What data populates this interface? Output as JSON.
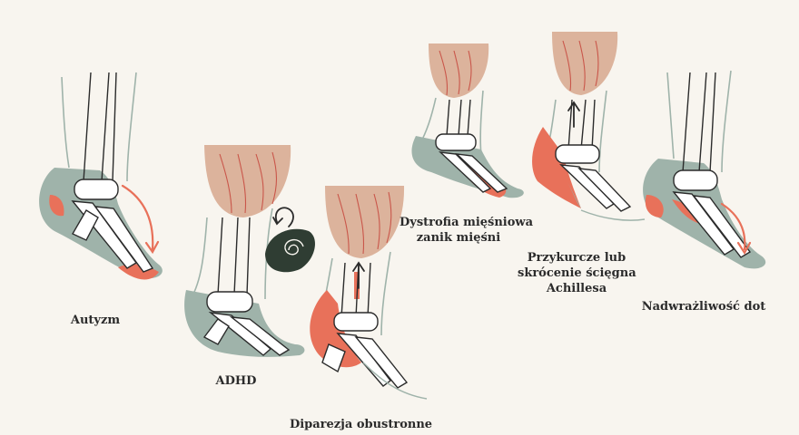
{
  "diagram": {
    "labels": {
      "autism": [
        "Autyzm"
      ],
      "adhd": [
        "ADHD"
      ],
      "diplegia": [
        "Diparezja obustronne"
      ],
      "dystrophy": [
        "Dystrofia mięśniowa",
        "zanik mięśni"
      ],
      "achilles": [
        "Przykurcze lub",
        "skrócenie ścięgna",
        "Achillesa"
      ],
      "hypersensitivity": [
        "Nadwrażliwość dot"
      ]
    }
  },
  "colors": {
    "background": "#f8f5ef",
    "soft_tissue": "#9fb3aa",
    "highlight": "#e8715a",
    "muscle": "#dcb39c",
    "bone_outline": "#2b2b2b",
    "brain_icon": "#2f3d33"
  },
  "icons": [
    "brain-icon"
  ]
}
